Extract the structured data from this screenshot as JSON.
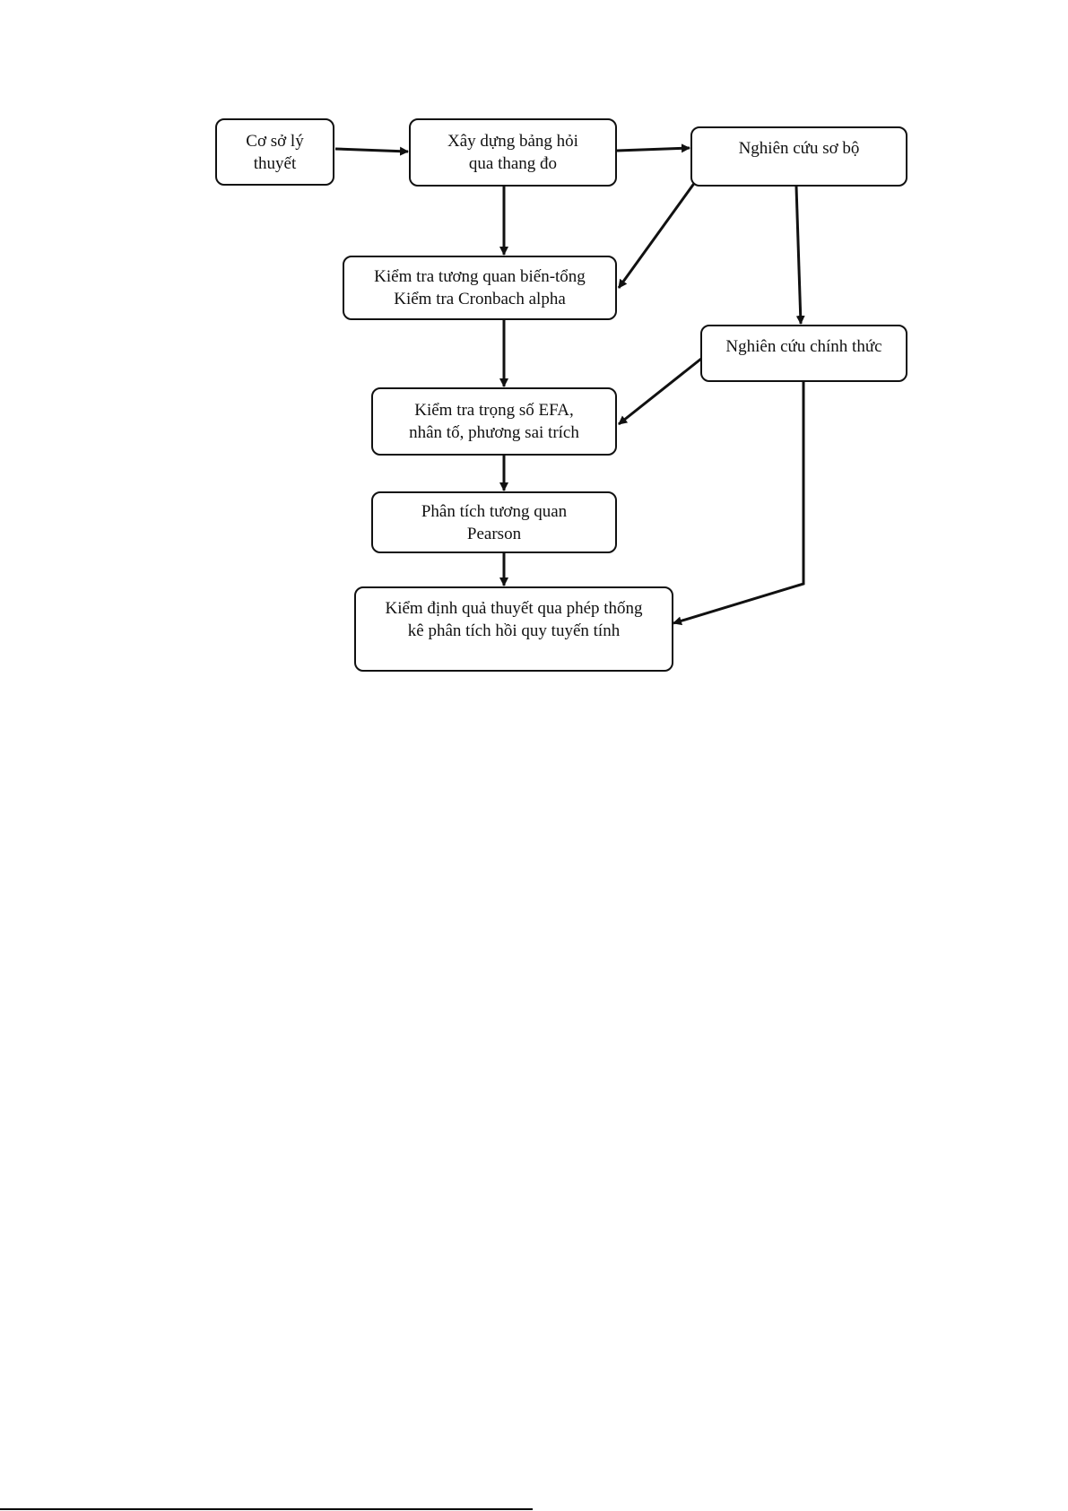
{
  "diagram": {
    "nodes": [
      {
        "id": "theory",
        "lines": [
          "Cơ sở lý",
          "thuyết"
        ]
      },
      {
        "id": "questionnaire",
        "lines": [
          "Xây dựng bảng hỏi",
          "qua thang đo"
        ]
      },
      {
        "id": "pilot",
        "lines": [
          "Nghiên cứu sơ bộ"
        ]
      },
      {
        "id": "cronbach",
        "lines": [
          "Kiểm tra tương quan biến-tổng",
          "Kiểm tra Cronbach alpha"
        ]
      },
      {
        "id": "main-study",
        "lines": [
          "Nghiên cứu chính thức"
        ]
      },
      {
        "id": "efa",
        "lines": [
          "Kiểm tra trọng số EFA,",
          "nhân tố, phương sai trích"
        ]
      },
      {
        "id": "pearson",
        "lines": [
          "Phân tích tương quan",
          "Pearson"
        ]
      },
      {
        "id": "regression",
        "lines": [
          "Kiểm định quả thuyết qua phép thống",
          "kê phân tích hồi quy tuyến tính"
        ]
      }
    ],
    "edges": [
      [
        "theory",
        "questionnaire"
      ],
      [
        "questionnaire",
        "pilot"
      ],
      [
        "questionnaire",
        "cronbach"
      ],
      [
        "pilot",
        "cronbach"
      ],
      [
        "pilot",
        "main-study"
      ],
      [
        "cronbach",
        "efa"
      ],
      [
        "main-study",
        "efa"
      ],
      [
        "efa",
        "pearson"
      ],
      [
        "pearson",
        "regression"
      ],
      [
        "main-study",
        "regression"
      ]
    ],
    "colors": {
      "stroke": "#111111",
      "background": "#ffffff"
    }
  }
}
